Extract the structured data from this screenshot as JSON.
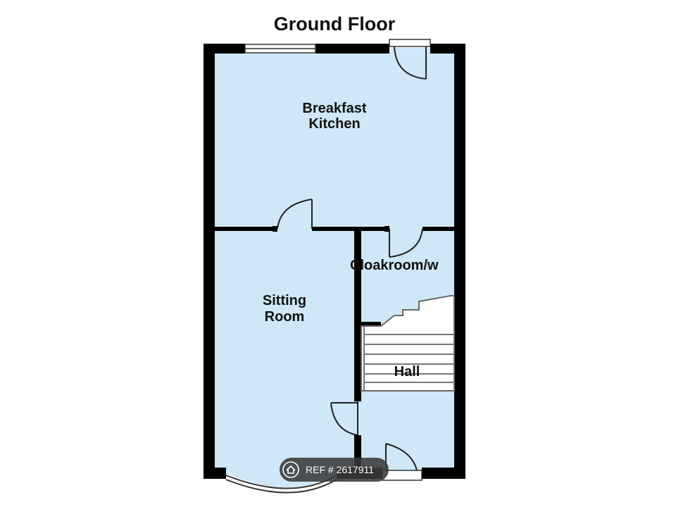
{
  "title": "Ground Floor",
  "rooms": {
    "breakfast_kitchen": [
      "Breakfast",
      "Kitchen"
    ],
    "sitting_room": [
      "Sitting",
      "Room"
    ],
    "cloakroom": "Cloakroom/w",
    "hall": "Hall"
  },
  "ref_badge": {
    "label": "REF # 2617911",
    "icon": "home-icon"
  },
  "colors": {
    "room_fill": "#cfe7f7",
    "wall": "#000000",
    "badge_bg": "#3a3a3a"
  }
}
